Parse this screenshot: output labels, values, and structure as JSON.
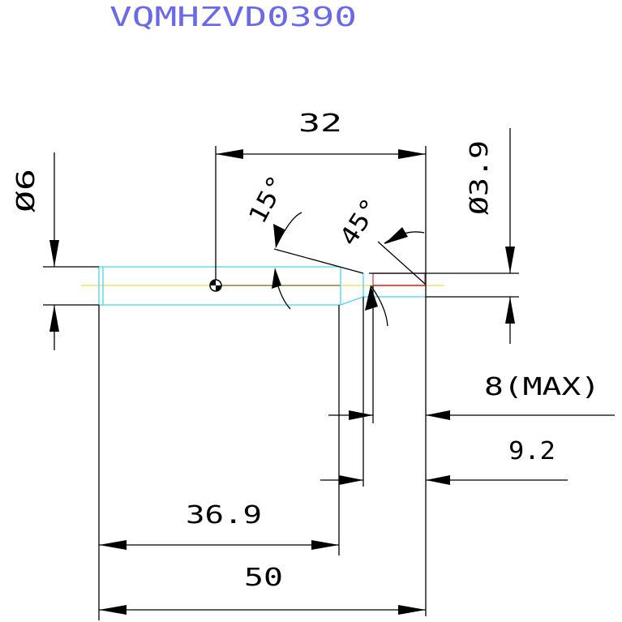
{
  "title": "VQMHZVD0390",
  "dimensions": {
    "total_length": "32",
    "shank_diameter": "Ø6",
    "tip_diameter": "Ø3.9",
    "taper_angle": "15°",
    "tip_chamfer_angle": "45°",
    "max_flute_length": "8(MAX)",
    "tip_length": "9.2",
    "shank_length": "36.9",
    "overall_length": "50"
  },
  "colors": {
    "title": "#6a6ae8",
    "dimension_lines": "#000000",
    "body_outline": "#48d6e8",
    "centerline": "#e8e04a",
    "tip_outline": "#c04060",
    "tip_edge": "#e03020"
  }
}
